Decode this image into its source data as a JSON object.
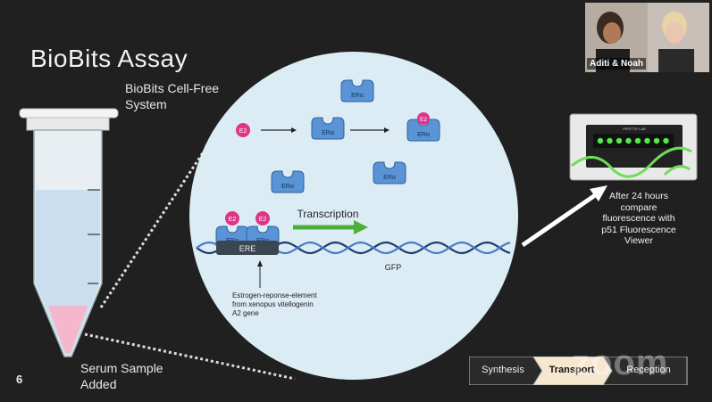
{
  "slide": {
    "title": "BioBits Assay",
    "number": "6",
    "system_label_line1": "BioBits Cell-Free",
    "system_label_line2": "System",
    "serum_label_line1": "Serum Sample",
    "serum_label_line2": "Added"
  },
  "diagram": {
    "e2": "E2",
    "era": "ERα",
    "ere": "ERE",
    "gfp": "GFP",
    "transcription": "Transcription",
    "ere_note_line1": "Estrogen-reponse-element",
    "ere_note_line2": "from xenopus vitellogenin",
    "ere_note_line3": "A2 gene"
  },
  "viewer": {
    "line1": "After 24 hours",
    "line2": "compare",
    "line3": "fluorescence with",
    "line4": "p51 Fluorescence",
    "line5": "Viewer",
    "device_label": "PIPETTE LAB"
  },
  "steps": [
    "Synthesis",
    "Transport",
    "Reception"
  ],
  "video": {
    "name": "Aditi & Noah"
  },
  "watermark": "zoom",
  "colors": {
    "e2": "#e0348a",
    "era": "#5a94d6",
    "arrow_green": "#4caf3a",
    "circle_bg": "#dcecf4",
    "dna_dark": "#1e3a6e",
    "dna_light": "#4a7ac8"
  }
}
